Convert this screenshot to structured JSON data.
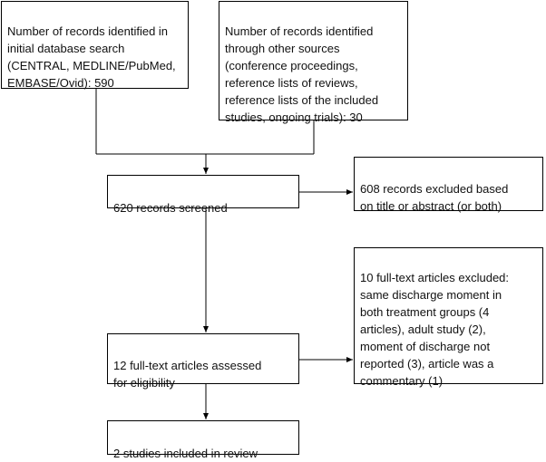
{
  "boxes": {
    "database_search": "Number of records identified in\ninitial database search\n(CENTRAL, MEDLINE/PubMed,\nEMBASE/Ovid): 590",
    "other_sources": "Number of records identified\nthrough other sources\n(conference proceedings,\nreference lists of reviews,\nreference lists of the included\nstudies, ongoing trials): 30",
    "screened": "620 records screened",
    "excluded_title": "608 records excluded based\non title or abstract (or both)",
    "excluded_fulltext": "10 full-text articles excluded:\nsame discharge moment in\nboth treatment groups (4\narticles), adult study (2),\nmoment of discharge not\nreported (3), article was a\ncommentary (1)",
    "assessed": "12 full-text articles assessed\nfor eligibility",
    "included": "2 studies included in review"
  }
}
